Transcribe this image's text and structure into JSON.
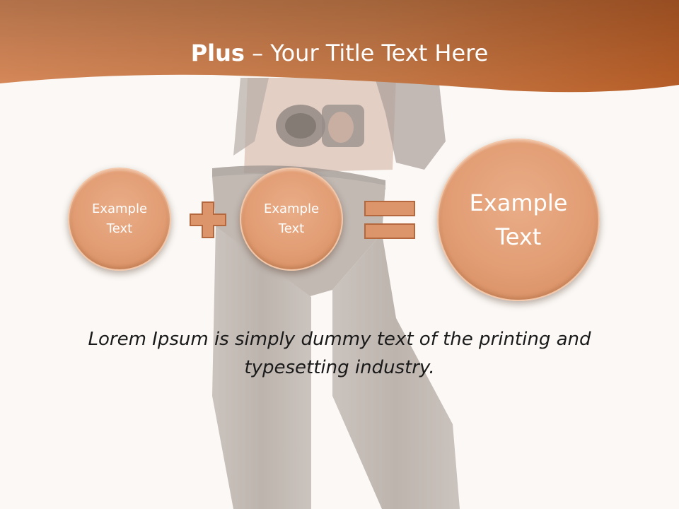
{
  "slide": {
    "title_bold": "Plus",
    "title_rest": " – Your Title Text Here",
    "circles": [
      {
        "text": "Example\nText"
      },
      {
        "text": "Example\nText"
      },
      {
        "text": "Example\nText"
      }
    ],
    "operators": [
      "plus-icon",
      "equals-icon"
    ],
    "caption": "Lorem Ipsum is simply dummy text of the printing and typesetting industry."
  },
  "colors": {
    "header_light": "#d98a5a",
    "header_dark": "#b85e28",
    "circle_fill": "#e29d74",
    "operator_fill": "#dc946a",
    "background": "#fbf8f5",
    "caption_text": "#1a1a1a"
  }
}
